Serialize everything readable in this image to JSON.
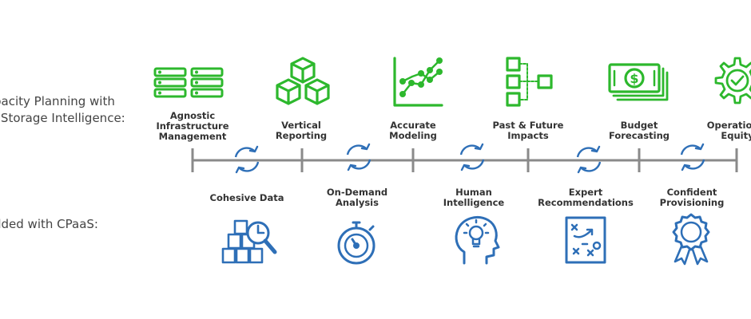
{
  "left_labels": {
    "top_line1": "pacity Planning with",
    "top_line2": "l Storage Intelligence:",
    "bottom": "dded with CPaaS:"
  },
  "top_items": [
    {
      "line1": "Agnostic",
      "line2": "Infrastructure",
      "line3": "Management",
      "icon": "server-rack-icon"
    },
    {
      "line1": "Vertical",
      "line2": "Reporting",
      "icon": "stacked-cubes-icon"
    },
    {
      "line1": "Accurate",
      "line2": "Modeling",
      "icon": "line-graph-icon"
    },
    {
      "line1": "Past & Future",
      "line2": "Impacts",
      "icon": "flow-boxes-icon"
    },
    {
      "line1": "Budget",
      "line2": "Forecasting",
      "icon": "dollar-bills-icon"
    },
    {
      "line1": "Operational",
      "line2": "Equity",
      "icon": "gear-check-icon"
    }
  ],
  "bottom_items": [
    {
      "line1": "Cohesive Data",
      "icon": "boxes-magnifier-icon"
    },
    {
      "line1": "On-Demand",
      "line2": "Analysis",
      "icon": "stopwatch-icon"
    },
    {
      "line1": "Human",
      "line2": "Intelligence",
      "icon": "head-lightbulb-icon"
    },
    {
      "line1": "Expert",
      "line2": "Recommendations",
      "icon": "strategy-board-icon"
    },
    {
      "line1": "Confident",
      "line2": "Provisioning",
      "icon": "award-ribbon-icon"
    }
  ],
  "colors": {
    "green": "#2db82d",
    "blue": "#2e6fb7",
    "line": "#8a8a8a"
  }
}
